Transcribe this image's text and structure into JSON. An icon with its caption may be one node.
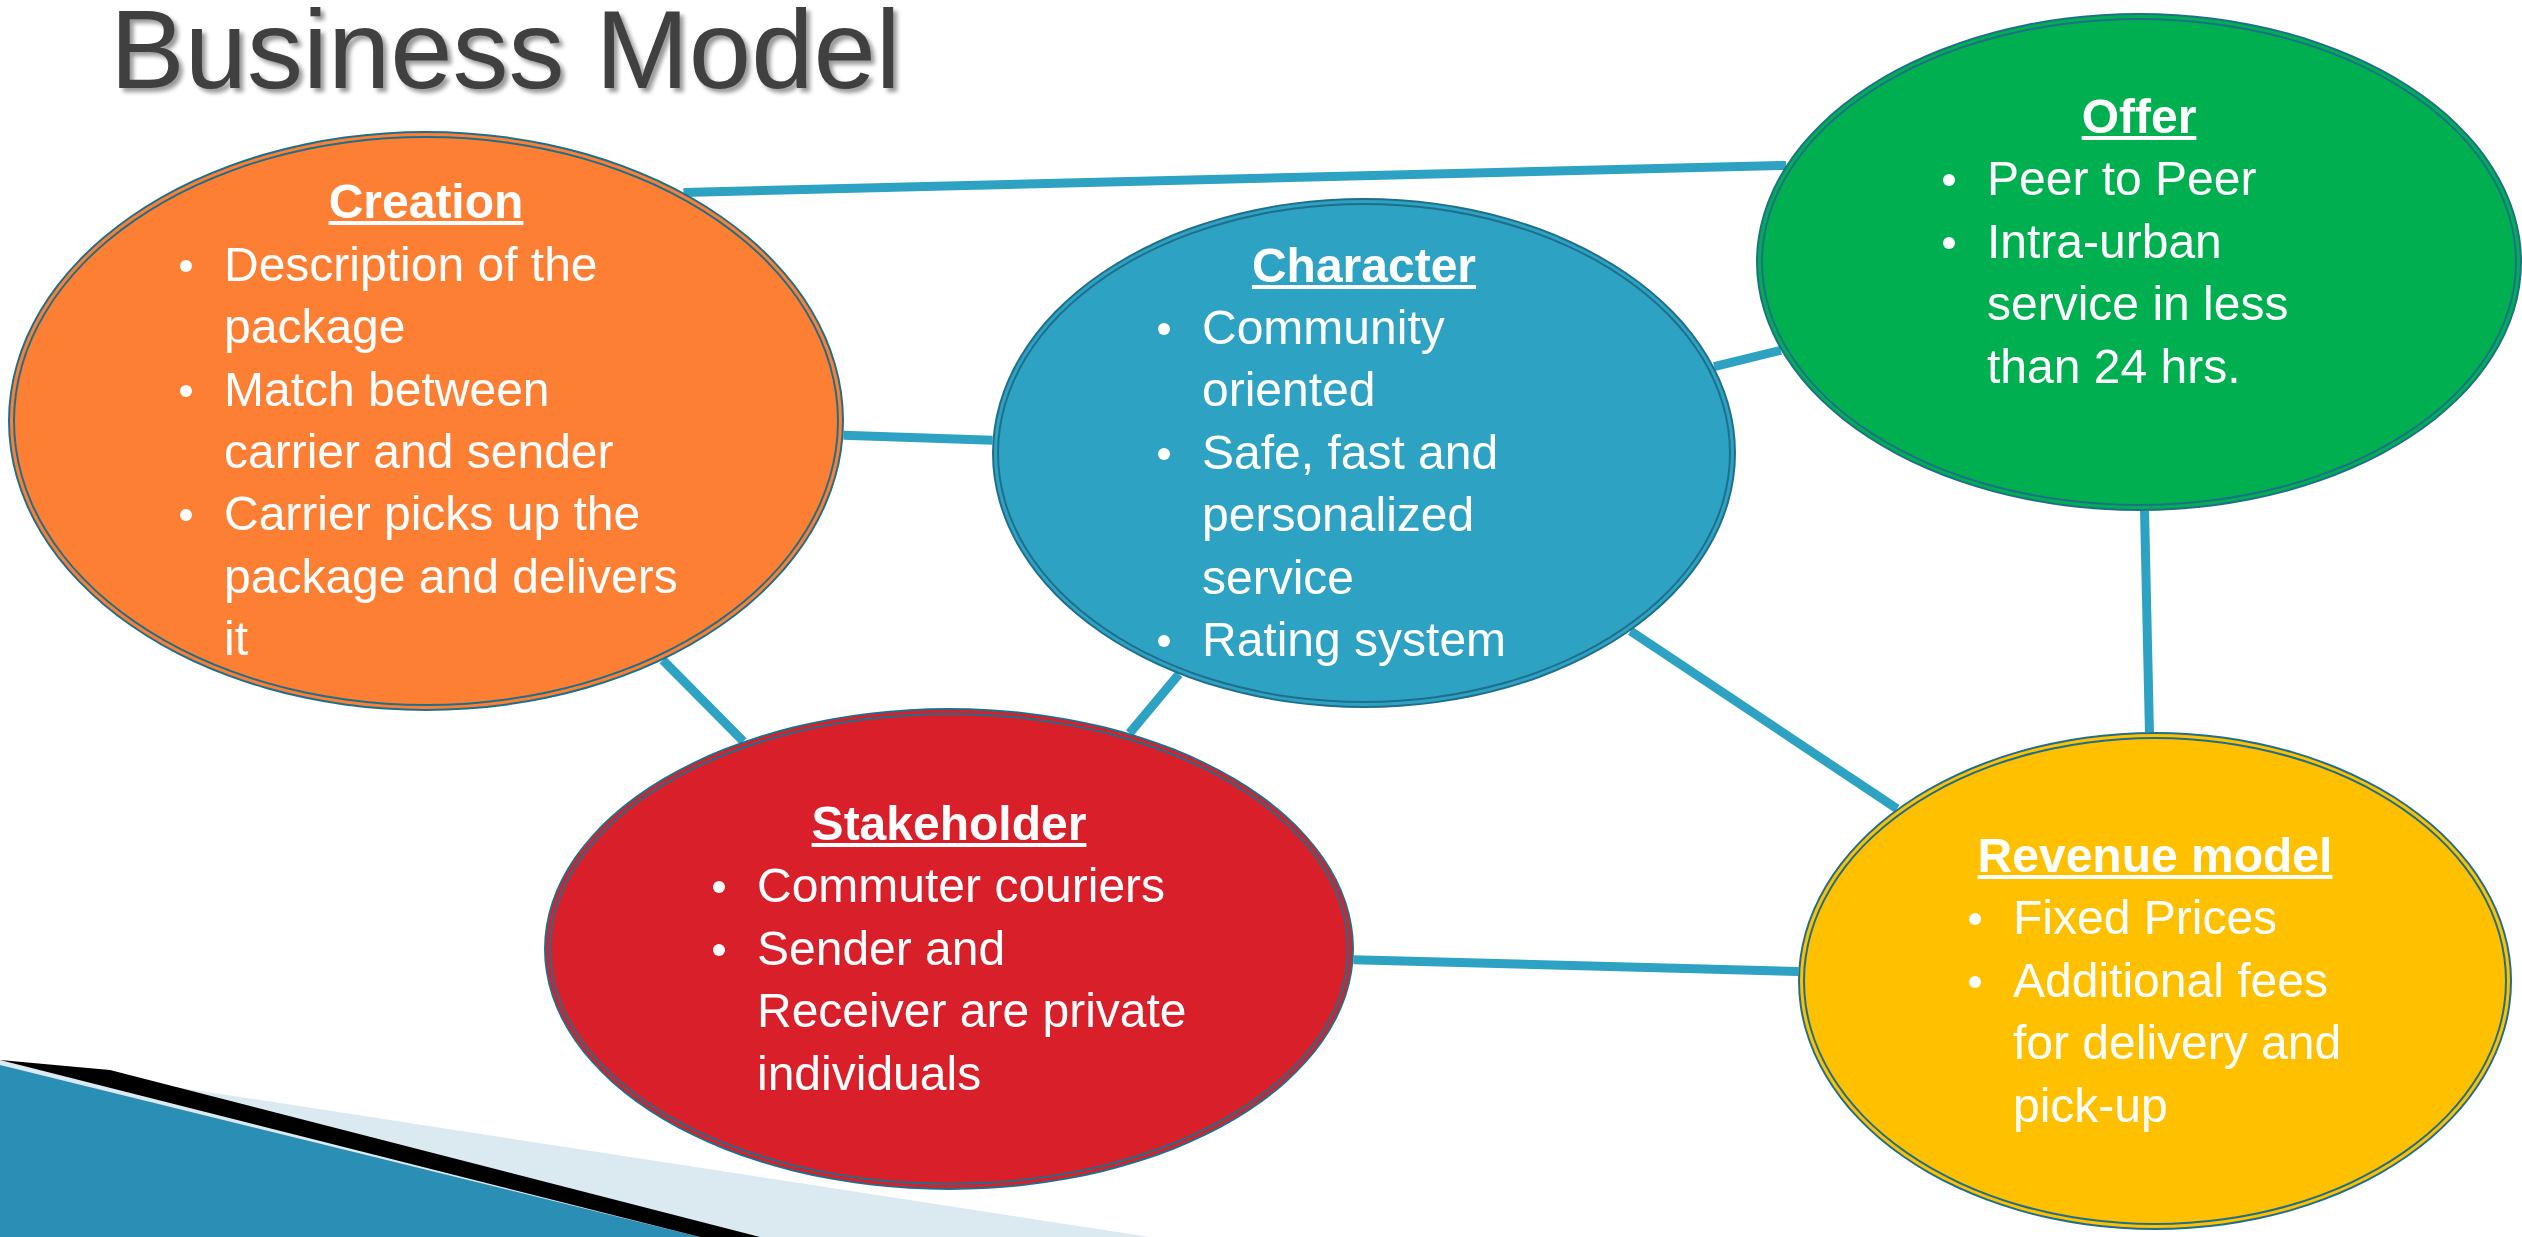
{
  "diagram": {
    "title": "Business Model",
    "nodes": [
      {
        "text": [
          "Creation",
          "Description of the package",
          "Match between carrier and sender",
          "Carrier picks up the package and delivers it"
        ]
      },
      {
        "text": [
          "Character",
          "Community oriented",
          "Safe, fast and personalized service",
          "Rating system"
        ]
      },
      {
        "text": [
          "Offer",
          "Peer to Peer",
          "Intra-urban service in less than 24 hrs."
        ]
      },
      {
        "text": [
          "Stakeholder",
          "Commuter couriers",
          "Sender and Receiver are private individuals"
        ]
      },
      {
        "text": [
          "Revenue model",
          "Fixed Prices",
          "Additional fees for delivery and pick-up"
        ]
      }
    ],
    "edges": [
      {
        "from": 0,
        "to": 2,
        "arrow": "none"
      },
      {
        "from": 0,
        "to": 1,
        "arrow": "none"
      },
      {
        "from": 0,
        "to": 3,
        "arrow": "none"
      },
      {
        "from": 1,
        "to": 3,
        "arrow": "none"
      },
      {
        "from": 1,
        "to": 2,
        "arrow": "none"
      },
      {
        "from": 1,
        "to": 4,
        "arrow": "none"
      },
      {
        "from": 2,
        "to": 4,
        "arrow": "none"
      },
      {
        "from": 3,
        "to": 4,
        "arrow": "none"
      }
    ]
  }
}
